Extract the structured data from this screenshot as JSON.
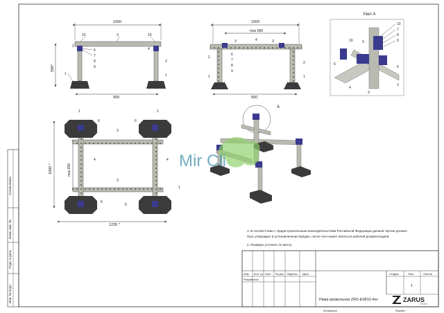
{
  "views": {
    "front": {
      "top_dim": "1000",
      "bottom_dim": "900",
      "height_dim": "500*",
      "callouts": [
        "10",
        "3",
        "10",
        "2",
        "6",
        "7",
        "8",
        "9",
        "2",
        "1",
        "1",
        "4"
      ]
    },
    "side": {
      "top_dim": "1000",
      "max_dim": "max 800",
      "bottom_dim": "900",
      "callouts": [
        "3",
        "4",
        "3",
        "6",
        "7",
        "8",
        "9",
        "2",
        "1",
        "1",
        "2"
      ]
    },
    "detail": {
      "title": "Узел А",
      "callouts": [
        "10",
        "7",
        "8",
        "9",
        "10",
        "9",
        "6",
        "4",
        "3",
        "6",
        "3"
      ]
    },
    "plan": {
      "left_dim": "1060 *",
      "max_dim": "max 800",
      "bottom_dim": "1235 *",
      "callouts": [
        "1",
        "6",
        "3",
        "6",
        "1",
        "4",
        "4",
        "3",
        "1",
        "6",
        "6",
        "1"
      ]
    },
    "iso": {
      "marker": "A"
    }
  },
  "watermark": "Mir Cli",
  "notes": [
    "1. В соответствии с Градостроительным законодательством Российской Федерации данный чертеж должен быть утвержден в установленном порядке, после чего может являться рабочей документацией.",
    "2. Размеры уточнить по месту."
  ],
  "side_stamp": [
    "Согласовано",
    "Взам. инв. №",
    "Подп. и дата",
    "Инв. № подл."
  ],
  "title_block": {
    "headers": [
      "Изм.",
      "Кол. уч.",
      "Лист",
      "№ док.",
      "Подпись",
      "Дата"
    ],
    "developed": "Разработал",
    "title": "Рама кровельная ZRS-E0810-4xx",
    "stage_headers": [
      "Стадия",
      "Лист",
      "Листов"
    ],
    "sheet_no": "1",
    "brand": "ZARUS",
    "brand_sub": "TOOLS",
    "copied": "Копировал",
    "format": "Формат"
  },
  "colors": {
    "frame": "#b9bab0",
    "frame_dark": "#7f806f",
    "connector": "#3a3a8e",
    "foot": "#3b3b3b",
    "line": "#333333"
  }
}
